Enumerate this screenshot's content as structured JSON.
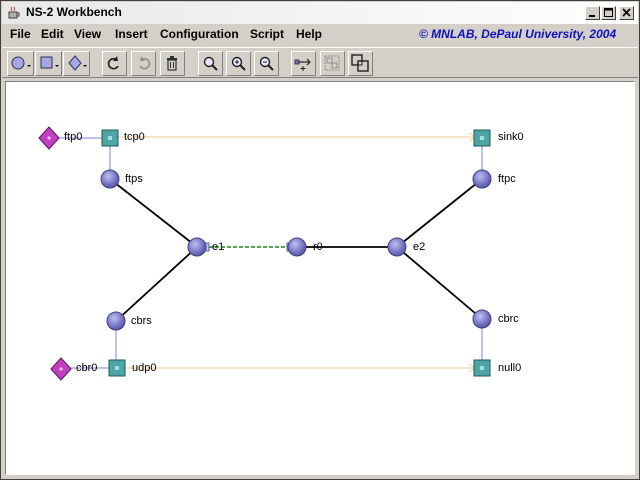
{
  "window": {
    "title": "NS-2 Workbench",
    "icons": {
      "app": "coffee-cup-icon",
      "minimize": "minimize-icon",
      "maximize": "maximize-icon",
      "close": "close-icon"
    }
  },
  "menubar": {
    "items": [
      {
        "label": "File"
      },
      {
        "label": "Edit"
      },
      {
        "label": "View"
      },
      {
        "label": "Insert"
      },
      {
        "label": "Configuration"
      },
      {
        "label": "Script"
      },
      {
        "label": "Help"
      }
    ],
    "copyright": "© MNLAB, DePaul University, 2004"
  },
  "toolbar": {
    "buttons": [
      {
        "icon": "circle-node-dropdown-icon"
      },
      {
        "icon": "square-agent-dropdown-icon"
      },
      {
        "icon": "diamond-app-dropdown-icon"
      },
      {
        "icon": "undo-icon"
      },
      {
        "icon": "redo-icon"
      },
      {
        "icon": "trash-icon"
      },
      {
        "icon": "zoom-icon"
      },
      {
        "icon": "zoom-in-icon"
      },
      {
        "icon": "zoom-out-icon"
      },
      {
        "icon": "add-link-icon"
      },
      {
        "icon": "group-icon"
      },
      {
        "icon": "ungroup-icon"
      }
    ]
  },
  "topology": {
    "colors": {
      "node": "#7b7bc4",
      "agent": "#4fa4a4",
      "app": "#c040c0",
      "link": "#000000",
      "agent_link": "#f5c890",
      "attach_link": "#8080d0",
      "selected_link": "#1a8a1a"
    },
    "nodes": [
      {
        "name": "ftps",
        "type": "node"
      },
      {
        "name": "e1",
        "type": "node"
      },
      {
        "name": "r0",
        "type": "node"
      },
      {
        "name": "e2",
        "type": "node"
      },
      {
        "name": "ftpc",
        "type": "node"
      },
      {
        "name": "cbrs",
        "type": "node"
      },
      {
        "name": "cbrc",
        "type": "node"
      },
      {
        "name": "tcp0",
        "type": "agent"
      },
      {
        "name": "sink0",
        "type": "agent"
      },
      {
        "name": "udp0",
        "type": "agent"
      },
      {
        "name": "null0",
        "type": "agent"
      },
      {
        "name": "ftp0",
        "type": "application"
      },
      {
        "name": "cbr0",
        "type": "application"
      }
    ]
  }
}
